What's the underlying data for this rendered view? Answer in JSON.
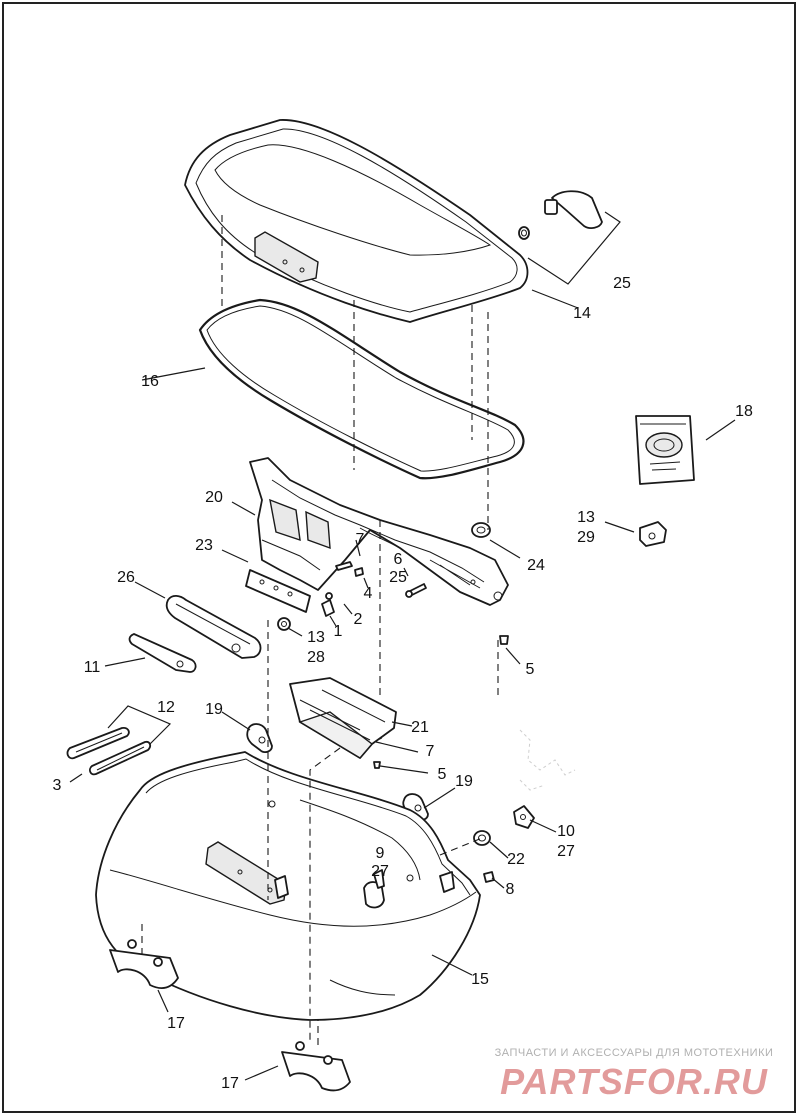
{
  "callouts": {
    "c1": "1",
    "c2": "2",
    "c3": "3",
    "c4": "4",
    "c5a": "5",
    "c5b": "5",
    "c6": "6",
    "c7a": "7",
    "c7b": "7",
    "c8": "8",
    "c9": "9",
    "c10": "10",
    "c11": "11",
    "c12": "12",
    "c13a": "13",
    "c13b": "13",
    "c14": "14",
    "c15": "15",
    "c16": "16",
    "c17a": "17",
    "c17b": "17",
    "c18": "18",
    "c19a": "19",
    "c19b": "19",
    "c20": "20",
    "c21": "21",
    "c22": "22",
    "c23": "23",
    "c24": "24",
    "c25a": "25",
    "c25b": "25",
    "c26": "26",
    "c27a": "27",
    "c27b": "27",
    "c28": "28",
    "c29": "29"
  },
  "watermark": {
    "tagline": "ЗАПЧАСТИ И АКСЕССУАРЫ ДЛЯ МОТОТЕХНИКИ",
    "logo": "PARTSFOR.RU"
  },
  "colors": {
    "line": "#1a1a1a",
    "watermark": "#d97a7a",
    "background": "#ffffff"
  }
}
